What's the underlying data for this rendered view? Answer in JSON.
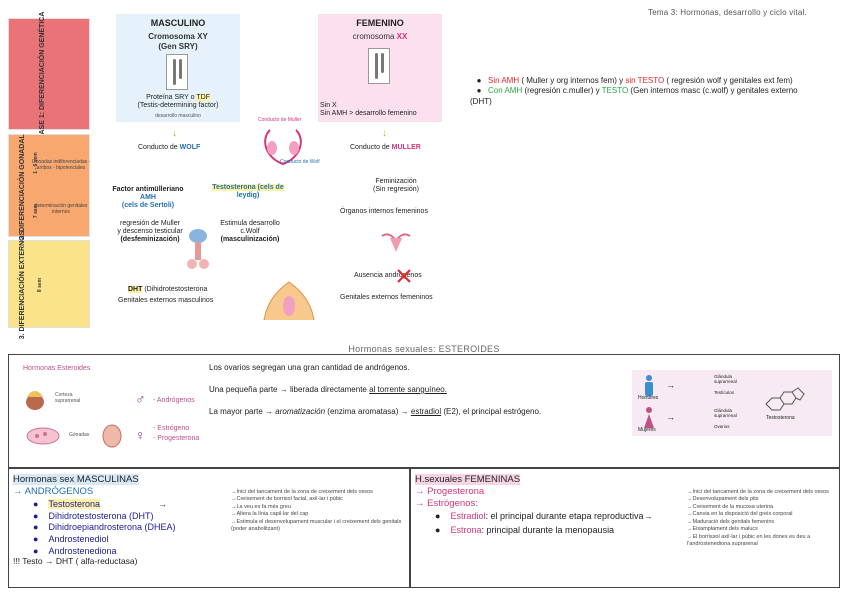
{
  "header": {
    "topic": "Tema 3: Hormonas, desarrollo y ciclo vital."
  },
  "phases": {
    "p1": "FASE 1: DIFERENCIACIÓN GENÉTICA",
    "p2": "2. DIFERENCIACIÓN GONADAL",
    "p2_side_a": "1 - 6 sem",
    "p2_side_b": "7 sem",
    "p2_note_a": "Gonadas indiferenciadas - ambos - bipotenciales",
    "p2_note_b": "determinación genitales internos",
    "p3": "3. DIFERENCIACIÓN EXTERNOS",
    "p3_side": "8 sem"
  },
  "masc": {
    "title": "MASCULINO",
    "chrom": "Cromosoma XY",
    "gen": "(Gen SRY)",
    "protein_a": "Proteína SRY o ",
    "protein_tdf": "TDF",
    "protein_b": "(Testis-determining factor)",
    "protein_c": "desarrollo masculino",
    "wolf": "Conducto de ",
    "wolf_word": "WOLF",
    "amh_a": "Factor antimülleriano",
    "amh_b": "AMH",
    "amh_c": "(cels de Sertoli)",
    "regress_a": "regresión de Muller",
    "regress_b": "y descenso testicular",
    "regress_c": "(desfeminización)",
    "testo_a": "Testosterona (cels de",
    "testo_b": "leydig)",
    "stim_a": "Estimula desarrollo",
    "stim_b": "c.Wolf",
    "stim_c": "(masculinización)",
    "dht_word": "DHT",
    "dht_rest": " (Dihidrotestosterona",
    "dht_b": "Genitales externos masculinos"
  },
  "fem": {
    "title": "FEMENINO",
    "chrom_a": "cromosoma ",
    "chrom_b": "XX",
    "no_sry_a": "Sin X",
    "no_sry_b": "Sin AMH",
    "no_sry_c": " > desarrollo femenino",
    "muller": "Conducto de ",
    "muller_word": "MULLER",
    "femin_a": "Feminización",
    "femin_b": "(Sin regresión)",
    "internal": "Órganos internos femeninos",
    "absence": "Ausencia andrógenos",
    "external": "Genitales externos femeninos"
  },
  "center_labels": {
    "wolf_lbl": "Conducto de Muller",
    "muller_lbl": "Conducto de Wolf"
  },
  "bullets": [
    {
      "a": "Sin AMH",
      "b": " ( Muller y org internos fem) y ",
      "c": "sin TESTO",
      "d": " ( regresión wolf y genitales ext fem)"
    },
    {
      "a": "Con AMH",
      "b": " (regresión c.muller) y ",
      "c": "TESTO",
      "d": "  (Gen internos masc (c.wolf) y genitales externo (DHT)"
    }
  ],
  "section_title": "Hormonas sexuales: ESTEROIDES",
  "steroids": {
    "card_title": "Hormonas Esteroides",
    "adrenal": "Corteza suprarrenal",
    "gonads": "Gónadas",
    "male_h": "- Andrógenos",
    "fem_h1": "- Estrógeno",
    "fem_h2": "- Progesterona",
    "line1": "Los ovarios segregan una gran cantidad de andrógenos.",
    "line2_a": "Una pequeña parte → liberada directamente ",
    "line2_b": "al torrente sanguíneo.",
    "line3_a": "La mayor parte → ",
    "line3_b": "aromatización",
    "line3_c": " (enzima aromatasa) → ",
    "line3_d": "estradiol",
    "line3_e": " (E2), el principal estrógeno.",
    "p_men": "Hombres",
    "p_women": "Mujeres",
    "p_testo": "Testosterona",
    "p_gland1": "Glándula suprarrenal",
    "p_testis": "Testículos",
    "p_gland2": "Glándula suprarrenal",
    "p_ovary": "Ovarios"
  },
  "masc_box": {
    "title": "Hormonas sex MASCULINAS",
    "sub": "→ ANDRÓGENOS",
    "items": [
      "Testosterona",
      "Dihidrotestosterona (DHT)",
      "Dihidroepiandrosterona (DHEA)",
      "Androstenediol",
      "Androstenediona"
    ],
    "arrow": "→",
    "footer": "!!! Testo → DHT ( alfa-reductasa)",
    "effects": [
      "→Inici del tancament de la zona de creixement dels ossos",
      "→Creixement de borrisol facial, axil·lar i púbic",
      "→La veu es fa més greu",
      "→Altera la línia capil·lar del cap",
      "→Estimula el desenvolupament muscular i el creixement dels genitals (poder anabolitzant)"
    ]
  },
  "fem_box": {
    "title": "H.sexuales FEMENINAS",
    "sub1": "→ Progesterona",
    "sub2": "→ Estrógenos:",
    "items": [
      {
        "a": "Estradiol",
        "b": ": el principal durante etapa reproductiva→"
      },
      {
        "a": "Estrona",
        "b": ": principal durante la menopausia"
      }
    ],
    "effects": [
      "→Inici del tancament de la zona de creixement dels ossos",
      "→Desenvolupament dels pits",
      "→Creixement de la mucosa uterina",
      "→Canvia en la disposició del greix corporal",
      "→Maduració dels genitals femenins",
      "→Eixamplament dels malucs",
      "→El borrissol axil·lar i púbic en les dones es deu a l'androstenediona suprarenal"
    ]
  },
  "colors": {
    "p1": "#ea7378",
    "p2": "#f8a86f",
    "p3": "#fbe38a",
    "masc_bg": "#e5f2fb",
    "fem_bg": "#fbe0ee"
  }
}
